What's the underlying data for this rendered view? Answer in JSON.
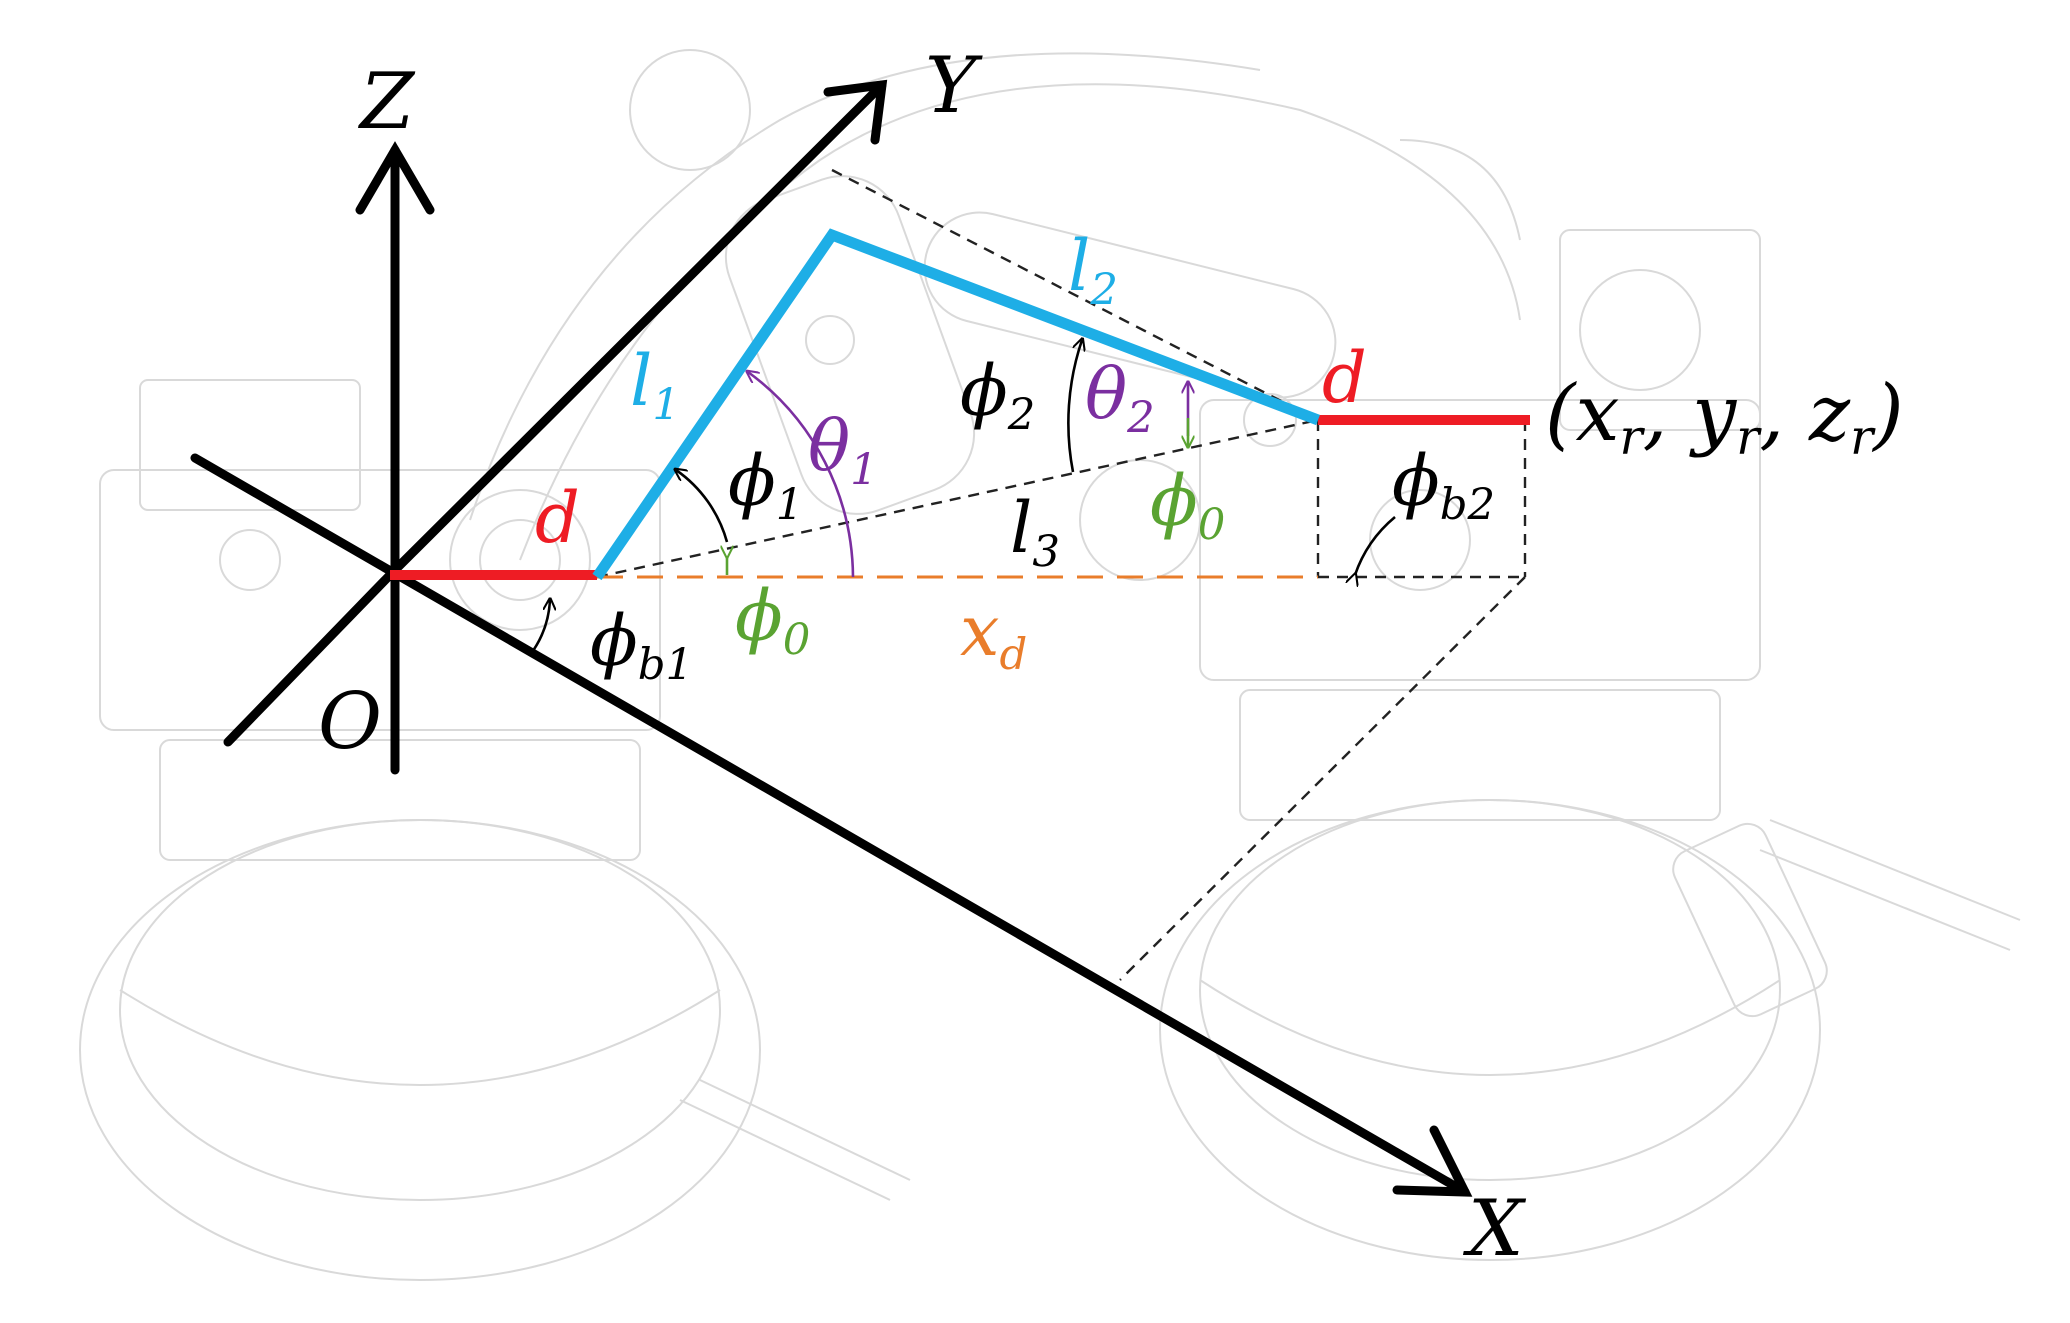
{
  "colors": {
    "axis": "#000000",
    "link": "#1eaee6",
    "offset": "#ee1c24",
    "theta": "#7b2fa0",
    "phi0": "#5aa332",
    "xd": "#e97d2b",
    "dashed": "#222222",
    "robot": "#d9d9d9"
  },
  "axes": {
    "z": "Z",
    "y": "Y",
    "x": "X",
    "origin": "O"
  },
  "links": {
    "l1": {
      "base": "l",
      "sub": "1"
    },
    "l2": {
      "base": "l",
      "sub": "2"
    },
    "l3": {
      "base": "l",
      "sub": "3"
    }
  },
  "offsets": {
    "d_left": "d",
    "d_right": "d"
  },
  "angles": {
    "phi1": {
      "base": "ϕ",
      "sub": "1"
    },
    "phi2": {
      "base": "ϕ",
      "sub": "2"
    },
    "theta1": {
      "base": "θ",
      "sub": "1"
    },
    "theta2": {
      "base": "θ",
      "sub": "2"
    },
    "phi0_left": {
      "base": "ϕ",
      "sub": "0"
    },
    "phi0_right": {
      "base": "ϕ",
      "sub": "0"
    },
    "phib1": {
      "base": "ϕ",
      "sub": "b1"
    },
    "phib2": {
      "base": "ϕ",
      "sub": "b2"
    }
  },
  "distance_xd": {
    "base": "x",
    "sub": "d"
  },
  "target_point": {
    "open": "(",
    "x": "x",
    "x_sub": "r",
    "sep1": ", ",
    "y": "y",
    "y_sub": "r",
    "sep2": ", ",
    "z": "z",
    "z_sub": "r",
    "close": ")"
  }
}
